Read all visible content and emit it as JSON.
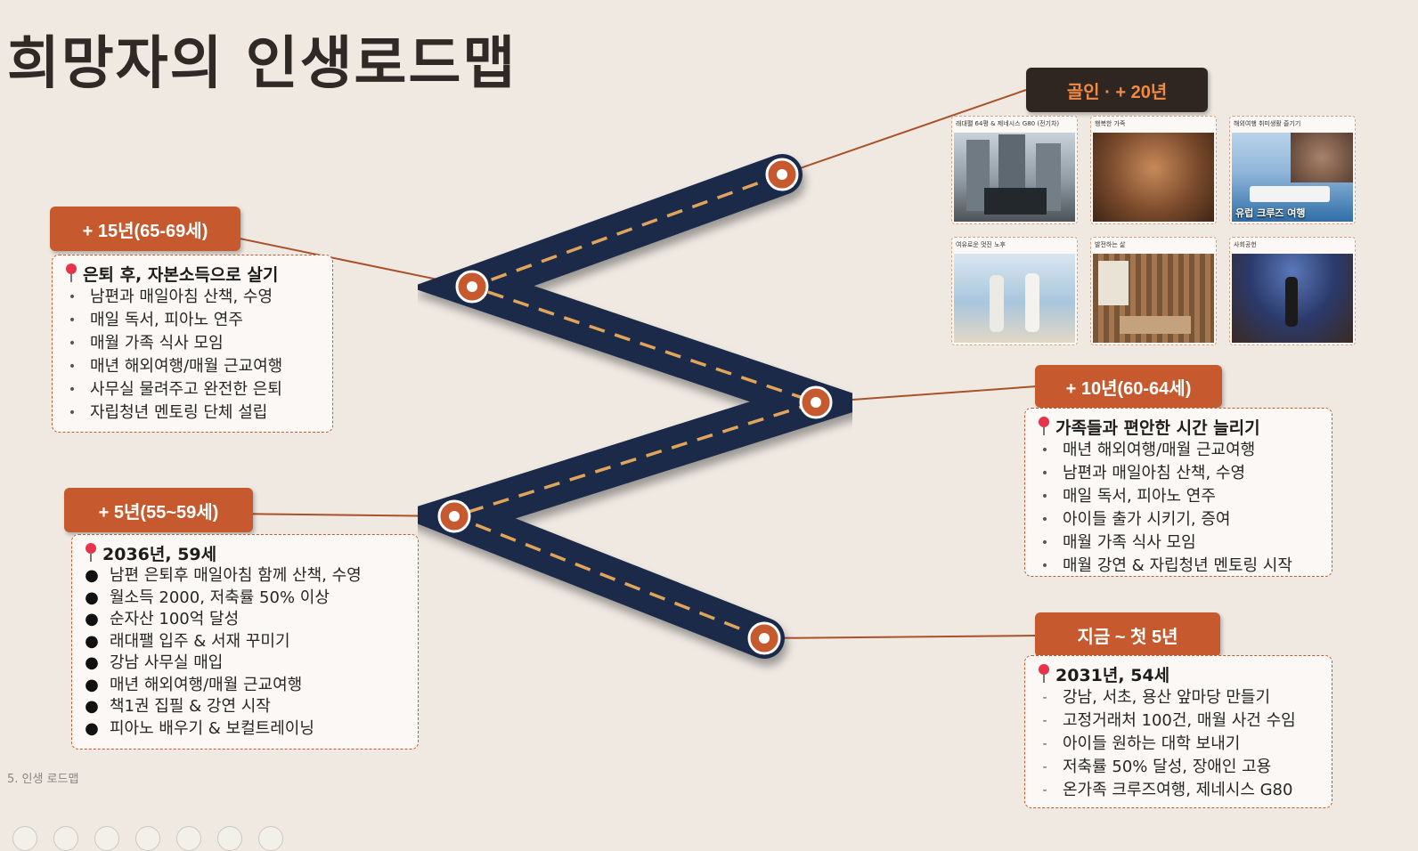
{
  "title": "희망자의 인생로드맵",
  "footer": "5. 인생 로드맵",
  "colors": {
    "accent": "#c65a2e",
    "road": "#1e2b4a",
    "dash": "#e0a55a",
    "background": "#efe9e2"
  },
  "goal": {
    "label": "골인 · + 20년",
    "photos": [
      {
        "caption": "래대팰 64평 & 제네시스 G80 (전기차)",
        "overlay": ""
      },
      {
        "caption": "행복한 가족",
        "overlay": ""
      },
      {
        "caption": "해외여행 취미생활 즐기기",
        "overlay": "유럽 크루즈 여행"
      },
      {
        "caption": "여유로운 멋진 노후",
        "overlay": ""
      },
      {
        "caption": "발전하는 삶",
        "overlay": ""
      },
      {
        "caption": "사회공헌",
        "overlay": ""
      }
    ]
  },
  "milestones": {
    "y15": {
      "label": "+ 15년(65-69세)",
      "head": "은퇴 후, 자본소득으로 살기",
      "items": [
        "남편과 매일아침 산책, 수영",
        "매일 독서, 피아노 연주",
        "매월 가족 식사 모임",
        "매년 해외여행/매월 근교여행",
        "사무실 물려주고 완전한 은퇴",
        "자립청년 멘토링 단체 설립"
      ]
    },
    "y10": {
      "label": "+ 10년(60-64세)",
      "head": "가족들과 편안한 시간 늘리기",
      "items": [
        "매년 해외여행/매월 근교여행",
        "남편과 매일아침 산책, 수영",
        "매일 독서, 피아노 연주",
        "아이들 출가 시키기, 증여",
        "매월 가족 식사 모임",
        "매월 강연 & 자립청년 멘토링 시작"
      ]
    },
    "y5": {
      "label": "+ 5년(55~59세)",
      "head": "2036년, 59세",
      "items": [
        "남편 은퇴후 매일아침 함께 산책, 수영",
        "월소득 2000, 저축률 50% 이상",
        "순자산 100억 달성",
        "래대팰 입주 & 서재 꾸미기",
        "강남 사무실 매입",
        "매년 해외여행/매월 근교여행",
        "책1권 집필 & 강연 시작",
        "피아노 배우기 & 보컬트레이닝"
      ]
    },
    "now": {
      "label": "지금 ~ 첫 5년",
      "head": "2031년, 54세",
      "items": [
        "강남, 서초, 용산 앞마당 만들기",
        "고정거래처 100건, 매월 사건 수임",
        "아이들 원하는 대학 보내기",
        "저축률 50% 달성, 장애인 고용",
        "온가족 크루즈여행, 제네시스 G80"
      ]
    }
  }
}
